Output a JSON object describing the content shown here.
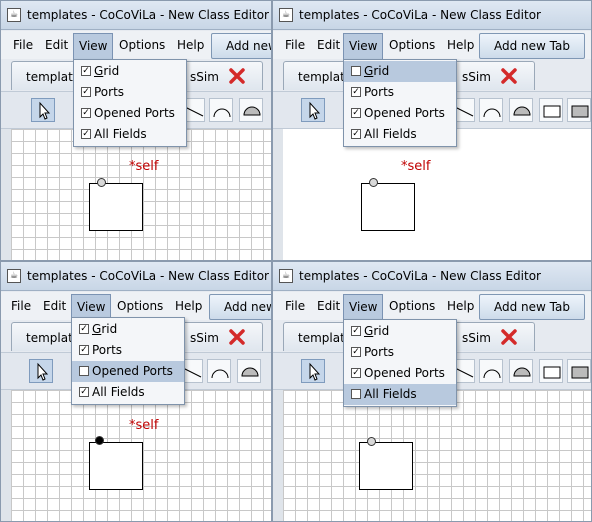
{
  "window_title": "templates - CoCoViLa - New Class Editor",
  "menu": {
    "file": "File",
    "edit": "Edit",
    "view": "View",
    "options": "Options",
    "help": "Help"
  },
  "add_tab_full": "Add new Tab",
  "add_tab_truncated": "Add new",
  "tab_left_text": "template",
  "tab_right_text": "sSim",
  "self_label": "*self",
  "view_menu_items": [
    "Grid",
    "Ports",
    "Opened Ports",
    "All Fields"
  ],
  "states": [
    {
      "checks": [
        true,
        true,
        true,
        true
      ],
      "highlight": -1
    },
    {
      "checks": [
        false,
        true,
        true,
        true
      ],
      "highlight": 0
    },
    {
      "checks": [
        true,
        true,
        false,
        true
      ],
      "highlight": 2
    },
    {
      "checks": [
        true,
        true,
        true,
        false
      ],
      "highlight": 3
    }
  ],
  "colors": {
    "self_label": "#c00000",
    "menu_highlight": "#b8c9de",
    "close_icon": "#d42a2a"
  },
  "icons": [
    "arrow-select-icon",
    "line-icon",
    "arc-icon",
    "filled-arc-icon",
    "rectangle-icon",
    "filled-rectangle-icon",
    "close-tab-icon",
    "app-icon"
  ]
}
